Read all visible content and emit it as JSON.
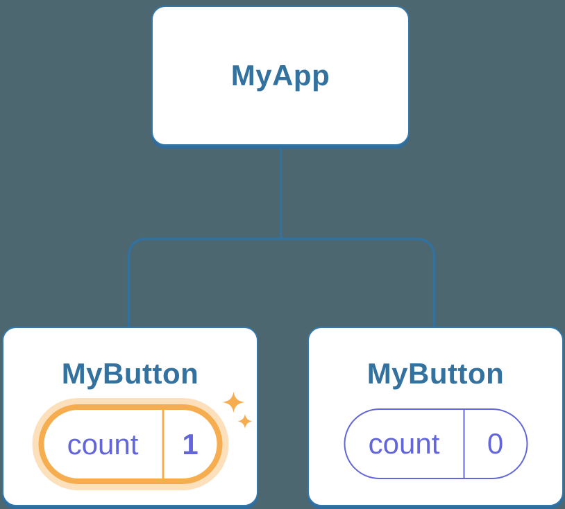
{
  "tree": {
    "root": {
      "label": "MyApp"
    },
    "children": [
      {
        "label": "MyButton",
        "state": {
          "name": "count",
          "value": "1"
        },
        "highlighted": true
      },
      {
        "label": "MyButton",
        "state": {
          "name": "count",
          "value": "0"
        },
        "highlighted": false
      }
    ]
  },
  "icons": {
    "sparkles": "four-point-sparkle-stars"
  },
  "colors": {
    "background": "#4C6770",
    "card-bg": "#FFFFFF",
    "card-border": "#3578A8",
    "card-border-dark": "#2E6D9E",
    "line-blue": "#33719F",
    "title-blue": "#33719F",
    "purple": "#6366D9",
    "orange": "#F6AD4F",
    "orange-glow": "rgba(246,173,79,0.38)"
  }
}
